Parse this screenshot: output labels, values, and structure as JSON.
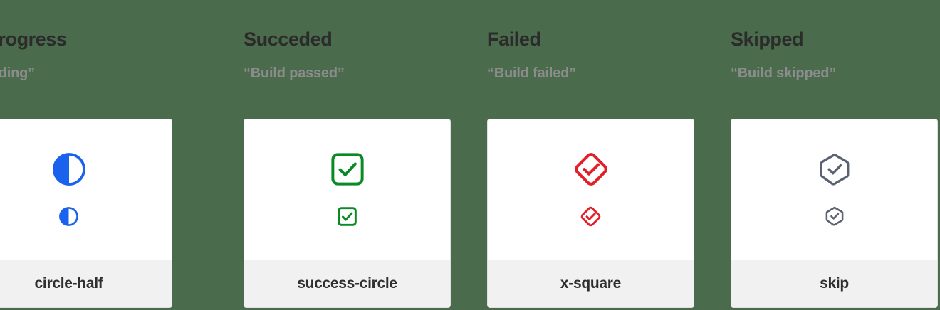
{
  "page": {
    "background_color": "#4a6b4c",
    "card_background": "#ffffff",
    "card_footer_background": "#f1f1f1",
    "title_color": "#2b2b2b",
    "subtitle_color": "#8c8c8c",
    "label_color": "#2f2f2f"
  },
  "columns": [
    {
      "title": "In progress",
      "subtitle": "“Building”",
      "icon_name": "circle-half",
      "icon_label": "circle-half",
      "icon_color": "#1a62ee",
      "state": "in-progress"
    },
    {
      "title": "Succeded",
      "subtitle": "“Build passed”",
      "icon_name": "success-circle",
      "icon_label": "success-circle",
      "icon_color": "#0a8a25",
      "state": "succeeded"
    },
    {
      "title": "Failed",
      "subtitle": "“Build failed”",
      "icon_name": "x-square",
      "icon_label": "x-square",
      "icon_color": "#e32028",
      "state": "failed"
    },
    {
      "title": "Skipped",
      "subtitle": "“Build skipped”",
      "icon_name": "skip",
      "icon_label": "skip",
      "icon_color": "#5a6172",
      "state": "skipped"
    }
  ]
}
